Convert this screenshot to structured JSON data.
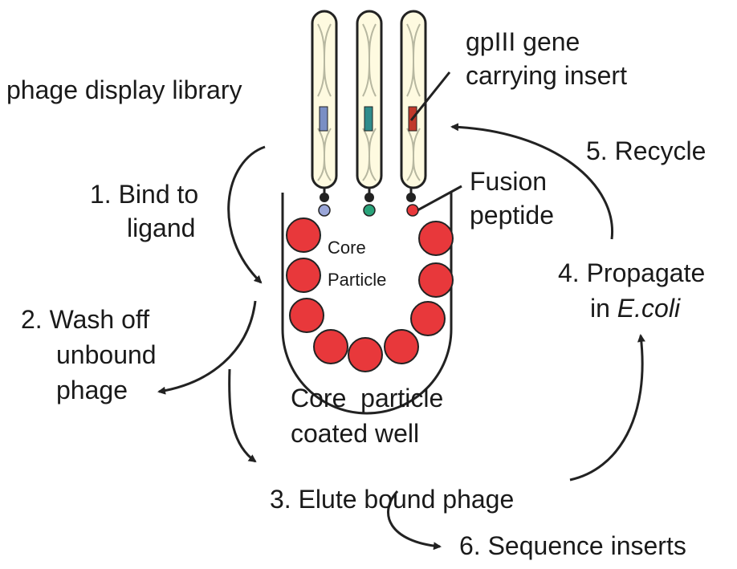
{
  "labels": {
    "library": "phage display library",
    "gpiii_line1": "gpIII gene",
    "gpiii_line2": "carrying insert",
    "recycle": "5. Recycle",
    "fusion_line1": "Fusion",
    "fusion_line2": "peptide",
    "bind_line1": "1. Bind to",
    "bind_line2": "ligand",
    "core_line1": "Core",
    "core_line2": "Particle",
    "propagate_line1": "4. Propagate",
    "propagate_line2_prefix": "in ",
    "propagate_line2_italic": "E.coli",
    "wash_line1": "2. Wash off",
    "wash_line2": "unbound",
    "wash_line3": "phage",
    "well_line1": "Core  particle",
    "well_line2": "coated well",
    "elute": "3. Elute bound phage",
    "sequence": "6. Sequence inserts"
  },
  "colors": {
    "core_particle": "#e8383b",
    "phage_body": "#fefae0",
    "insert_blue": "#7a8fc4",
    "insert_teal": "#2f8c8c",
    "insert_red": "#c0392b",
    "fusion_blue": "#9aa6d8",
    "fusion_green": "#2aa37a",
    "fusion_red": "#e8383b",
    "arrow": "#222222"
  }
}
